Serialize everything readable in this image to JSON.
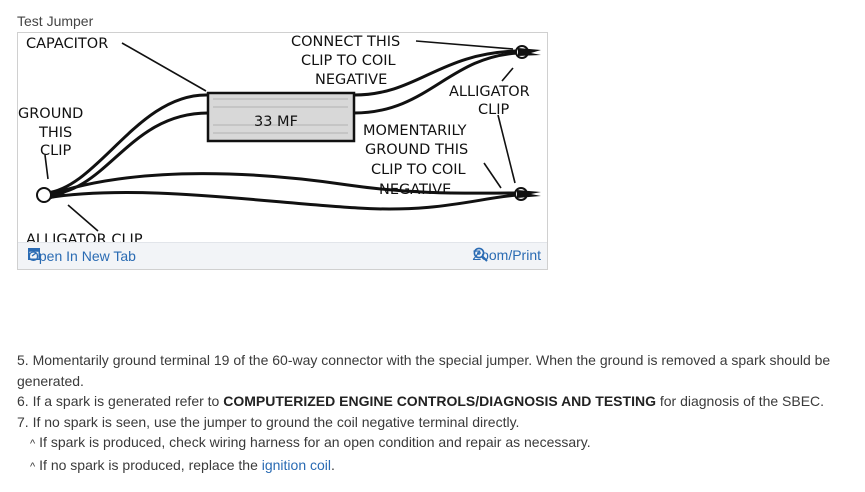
{
  "figure": {
    "caption": "Test Jumper",
    "labels": {
      "capacitor": "CAPACITOR",
      "connect_1": "CONNECT THIS",
      "connect_2": "CLIP TO COIL",
      "connect_3": "NEGATIVE",
      "ground_1": "GROUND",
      "ground_2": "THIS",
      "ground_3": "CLIP",
      "capacitance": "33 MF",
      "alligator_1": "ALLIGATOR",
      "alligator_2": "CLIP",
      "momentary_1": "MOMENTARILY",
      "momentary_2": "GROUND THIS",
      "momentary_3": "CLIP TO COIL",
      "momentary_4": "NEGATIVE",
      "alligator_bottom": "ALLIGATOR CLIP"
    },
    "open_new_tab": "Open In New Tab",
    "zoom_print": "Zoom/Print",
    "link_color": "#2a6bb3"
  },
  "steps": {
    "s5": "5.  Momentarily ground terminal 19 of the 60-way connector with the special jumper. When the ground is removed a spark should be generated.",
    "s6_pre": "6.  If a spark is generated refer to ",
    "s6_bold": "COMPUTERIZED ENGINE CONTROLS/DIAGNOSIS AND TESTING",
    "s6_post": " for diagnosis of the SBEC.",
    "s7": "7.  If no spark is seen, use the jumper to ground the coil negative terminal directly.",
    "caret": "^",
    "sub1": "If spark is produced, check wiring harness for an open condition and repair as necessary.",
    "sub2_pre": "If no spark is produced, replace the ",
    "sub2_link": "ignition coil",
    "sub2_post": "."
  }
}
